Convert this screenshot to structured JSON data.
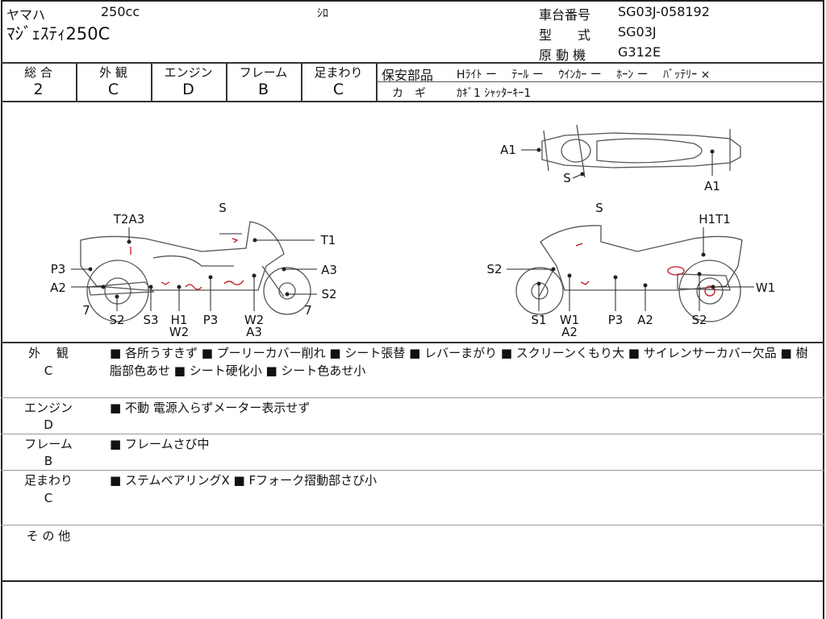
{
  "header": {
    "maker": "ヤマハ",
    "displacement": "250cc",
    "color": "ｼﾛ",
    "model": "ﾏｼﾞｪｽﾃｨ250C",
    "chassis_label": "車台番号",
    "chassis_no": "SG03J-058192",
    "type_label": "型　　式",
    "type": "SG03J",
    "engine_label": "原 動 機",
    "engine": "G312E"
  },
  "grades": [
    {
      "label": "総 合",
      "value": "2"
    },
    {
      "label": "外 観",
      "value": "C"
    },
    {
      "label": "エンジン",
      "value": "D"
    },
    {
      "label": "フレーム",
      "value": "B"
    },
    {
      "label": "足まわり",
      "value": "C"
    }
  ],
  "safety": {
    "label": "保安部品",
    "items": "Hﾗｲﾄ ー　 ﾃｰﾙ ー　 ｳｲﾝｶｰ ー　 ﾎｰﾝ ー　 ﾊﾞｯﾃﾘｰ ×",
    "key_label": "カ　ギ",
    "key_value": "ｶｷﾞ1 ｼｬｯﾀｰｷｰ1"
  },
  "diagram": {
    "top": [
      "A1",
      "S",
      "A1"
    ],
    "left": [
      "S",
      "T2A3",
      "T1",
      "P3",
      "A3",
      "A2",
      "S2",
      "7",
      "7",
      "S2",
      "S3",
      "H1",
      "W2",
      "P3",
      "W2",
      "A3"
    ],
    "right": [
      "S",
      "H1T1",
      "S2",
      "W1",
      "S1",
      "W1",
      "A2",
      "P3",
      "A2",
      "S2"
    ]
  },
  "notes": [
    {
      "label": "外　 観",
      "grade": "C",
      "text": "■ 各所うすきず ■ プーリーカバー削れ ■ シート張替 ■ レバーまがり ■ スクリーンくもり大 ■ サイレンサーカバー欠品 ■ 樹脂部色あせ ■ シート硬化小 ■ シート色あせ小"
    },
    {
      "label": "エンジン",
      "grade": "D",
      "text": "■ 不動 電源入らずメーター表示せず"
    },
    {
      "label": "フレーム",
      "grade": "B",
      "text": "■ フレームさび中"
    },
    {
      "label": "足まわり",
      "grade": "C",
      "text": "■ ステムベアリングX ■ Fフォーク摺動部さび小"
    },
    {
      "label": "そ の 他",
      "grade": "",
      "text": ""
    }
  ],
  "colors": {
    "line": "#333333",
    "damage_mark": "#c0141c"
  }
}
